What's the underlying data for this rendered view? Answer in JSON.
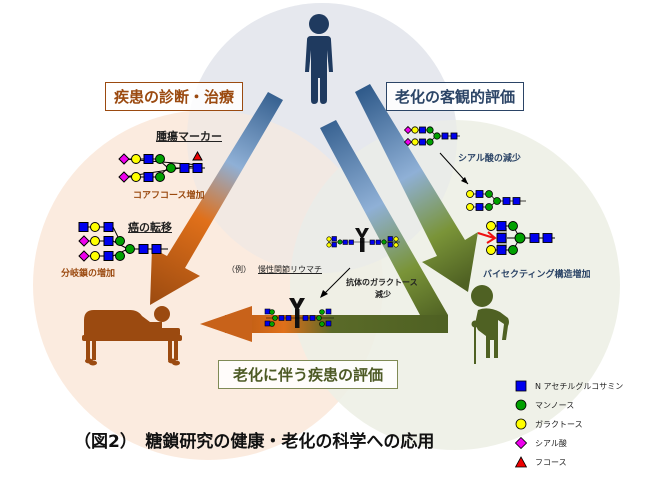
{
  "title": "（図2）　糖鎖研究の健康・老化の科学への応用",
  "boxes": {
    "diagnosis_treatment": "疾患の診断・治療",
    "aging_objective_eval": "老化の客観的評価",
    "aging_disease_eval": "老化に伴う疾患の評価"
  },
  "left_panel": {
    "tumor_marker": "腫瘍マーカー",
    "core_fucose_increase": "コアフコース増加",
    "cancer_metastasis": "癌の転移",
    "branching_increase": "分岐鎖の増加"
  },
  "right_panel": {
    "sialic_acid_decrease": "シアル酸の減少",
    "bisecting_increase": "バイセクティング構造増加"
  },
  "bottom_panel": {
    "example_prefix": "（例）",
    "example_disease": "慢性関節リウマチ",
    "antibody_galactose_line1": "抗体のガラクトース",
    "antibody_galactose_line2": "減少"
  },
  "legend": [
    {
      "icon": "blue-square-icon",
      "label": "N アセチルグルコサミン",
      "color": "#0000ee"
    },
    {
      "icon": "green-circle-icon",
      "label": "マンノース",
      "color": "#00a000"
    },
    {
      "icon": "yellow-circle-icon",
      "label": "ガラクトース",
      "color": "#ffff00"
    },
    {
      "icon": "magenta-diamond-icon",
      "label": "シアル酸",
      "color": "#ee00ee"
    },
    {
      "icon": "red-triangle-icon",
      "label": "フコース",
      "color": "#ee0000"
    }
  ],
  "colors": {
    "healthy": "#1f3a5f",
    "patient": "#9b4a10",
    "elderly": "#4f6123",
    "circle_top": "#e6e9ef",
    "circle_left": "#fbe9dc",
    "circle_right": "#edf0e6"
  }
}
